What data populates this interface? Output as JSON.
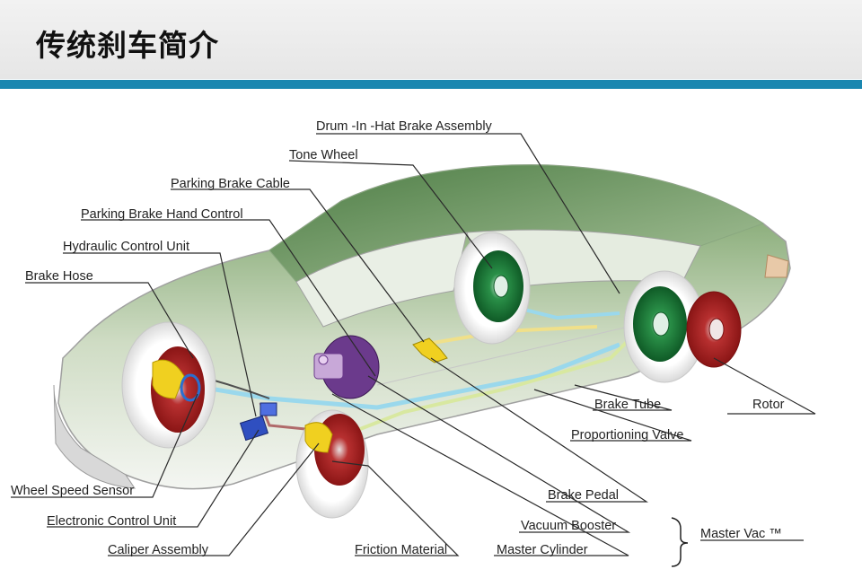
{
  "header": {
    "title": "传统刹车简介"
  },
  "labels": {
    "drum_in_hat": "Drum -In -Hat Brake Assembly",
    "tone_wheel": "Tone Wheel",
    "parking_brake_cable": "Parking Brake Cable",
    "parking_brake_hand_control": "Parking Brake Hand Control",
    "hydraulic_control_unit": "Hydraulic Control Unit",
    "brake_hose": "Brake Hose",
    "brake_tube": "Brake Tube",
    "rotor": "Rotor",
    "proportioning_valve": "Proportioning Valve",
    "wheel_speed_sensor": "Wheel Speed Sensor",
    "electronic_control_unit": "Electronic Control Unit",
    "caliper_assembly": "Caliper Assembly",
    "friction_material": "Friction Material",
    "brake_pedal": "Brake Pedal",
    "vacuum_booster": "Vacuum Booster",
    "master_cylinder": "Master Cylinder",
    "master_vac": "Master Vac ™"
  },
  "colors": {
    "accent_bar": "#1a87b0",
    "car_green": "#5f8a4f",
    "rotor_red": "#c0282a",
    "drum_green": "#1f7a3a",
    "caliper_yellow": "#f0d020",
    "booster_purple": "#6b3a8c",
    "tube_cyan": "#9ad8ec"
  }
}
